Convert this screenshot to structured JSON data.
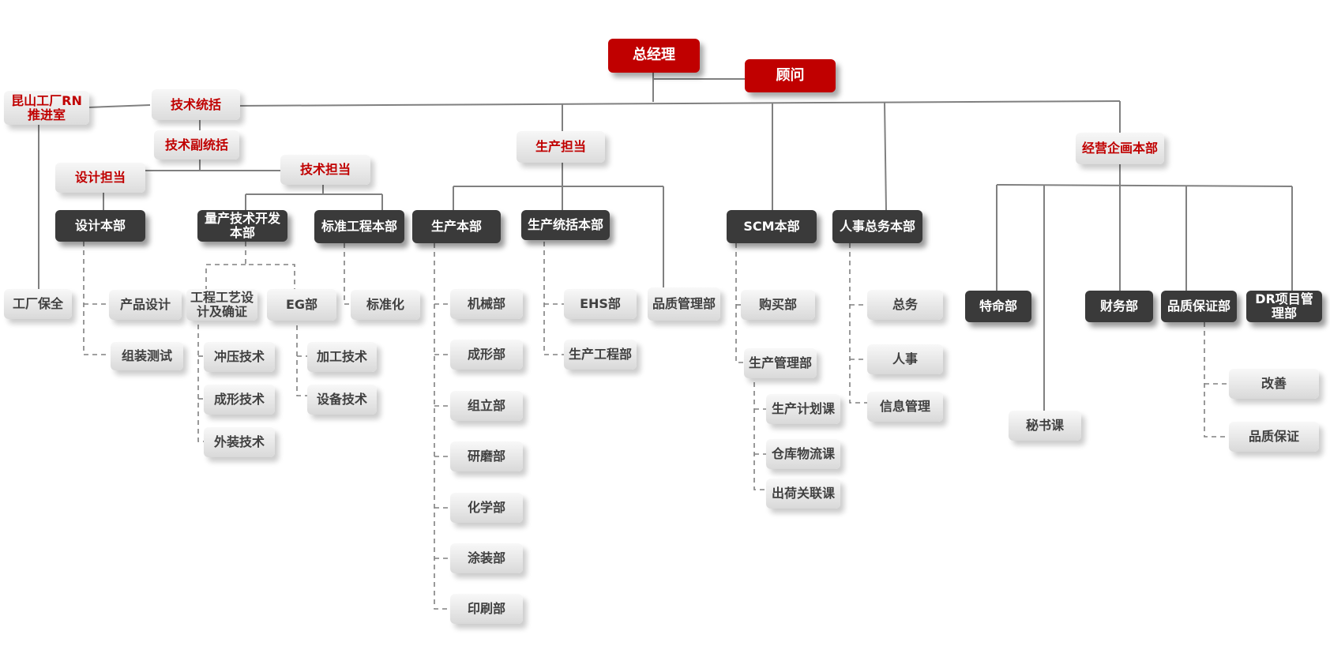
{
  "chart": {
    "top": {
      "ceo": "总经理",
      "advisor": "顾问"
    },
    "left": {
      "rn_office": "昆山工厂RN\n推进室",
      "factory_security": "工厂保全",
      "tech_general": "技术统括",
      "tech_deputy": "技术副统括",
      "design_lead": "设计担当",
      "design_hq": "设计本部",
      "product_design": "产品设计",
      "assembly_test": "组装测试",
      "tech_lead": "技术担当",
      "mass_prod_tech": "量产技术开发\n本部",
      "std_eng_hq": "标准工程本部",
      "process_confirm": "工程工艺设\n计及确证",
      "eg_dept": "EG部",
      "stamping": "冲压技术",
      "forming_tech": "成形技术",
      "exterior_tech": "外装技术",
      "machining_tech": "加工技术",
      "equipment_tech": "设备技术",
      "standardization": "标准化"
    },
    "production": {
      "lead": "生产担当",
      "prod_hq": "生产本部",
      "prod_general_hq": "生产统括本部",
      "quality_mgmt": "品质管理部",
      "machine_dept": "机械部",
      "forming_dept": "成形部",
      "assembly_dept": "组立部",
      "grinding_dept": "研磨部",
      "chemical_dept": "化学部",
      "coating_dept": "涂装部",
      "printing_dept": "印刷部",
      "ehs_dept": "EHS部",
      "prod_eng_dept": "生产工程部"
    },
    "scm": {
      "hq": "SCM本部",
      "purchasing": "购买部",
      "prod_mgmt": "生产管理部",
      "planning": "生产计划课",
      "logistics": "仓库物流课",
      "shipping": "出荷关联课"
    },
    "hr": {
      "hq": "人事总务本部",
      "general_affairs": "总务",
      "personnel": "人事",
      "info_mgmt": "信息管理"
    },
    "planning": {
      "hq": "经营企画本部",
      "special": "特命部",
      "secretary": "秘书课",
      "finance": "财务部",
      "qa_dept": "品质保证部",
      "dr_dept": "DR项目管\n理部",
      "improvement": "改善",
      "qa": "品质保证"
    }
  },
  "colors": {
    "accent": "#c00000",
    "dark": "#3a3a3a",
    "line": "#808080"
  }
}
